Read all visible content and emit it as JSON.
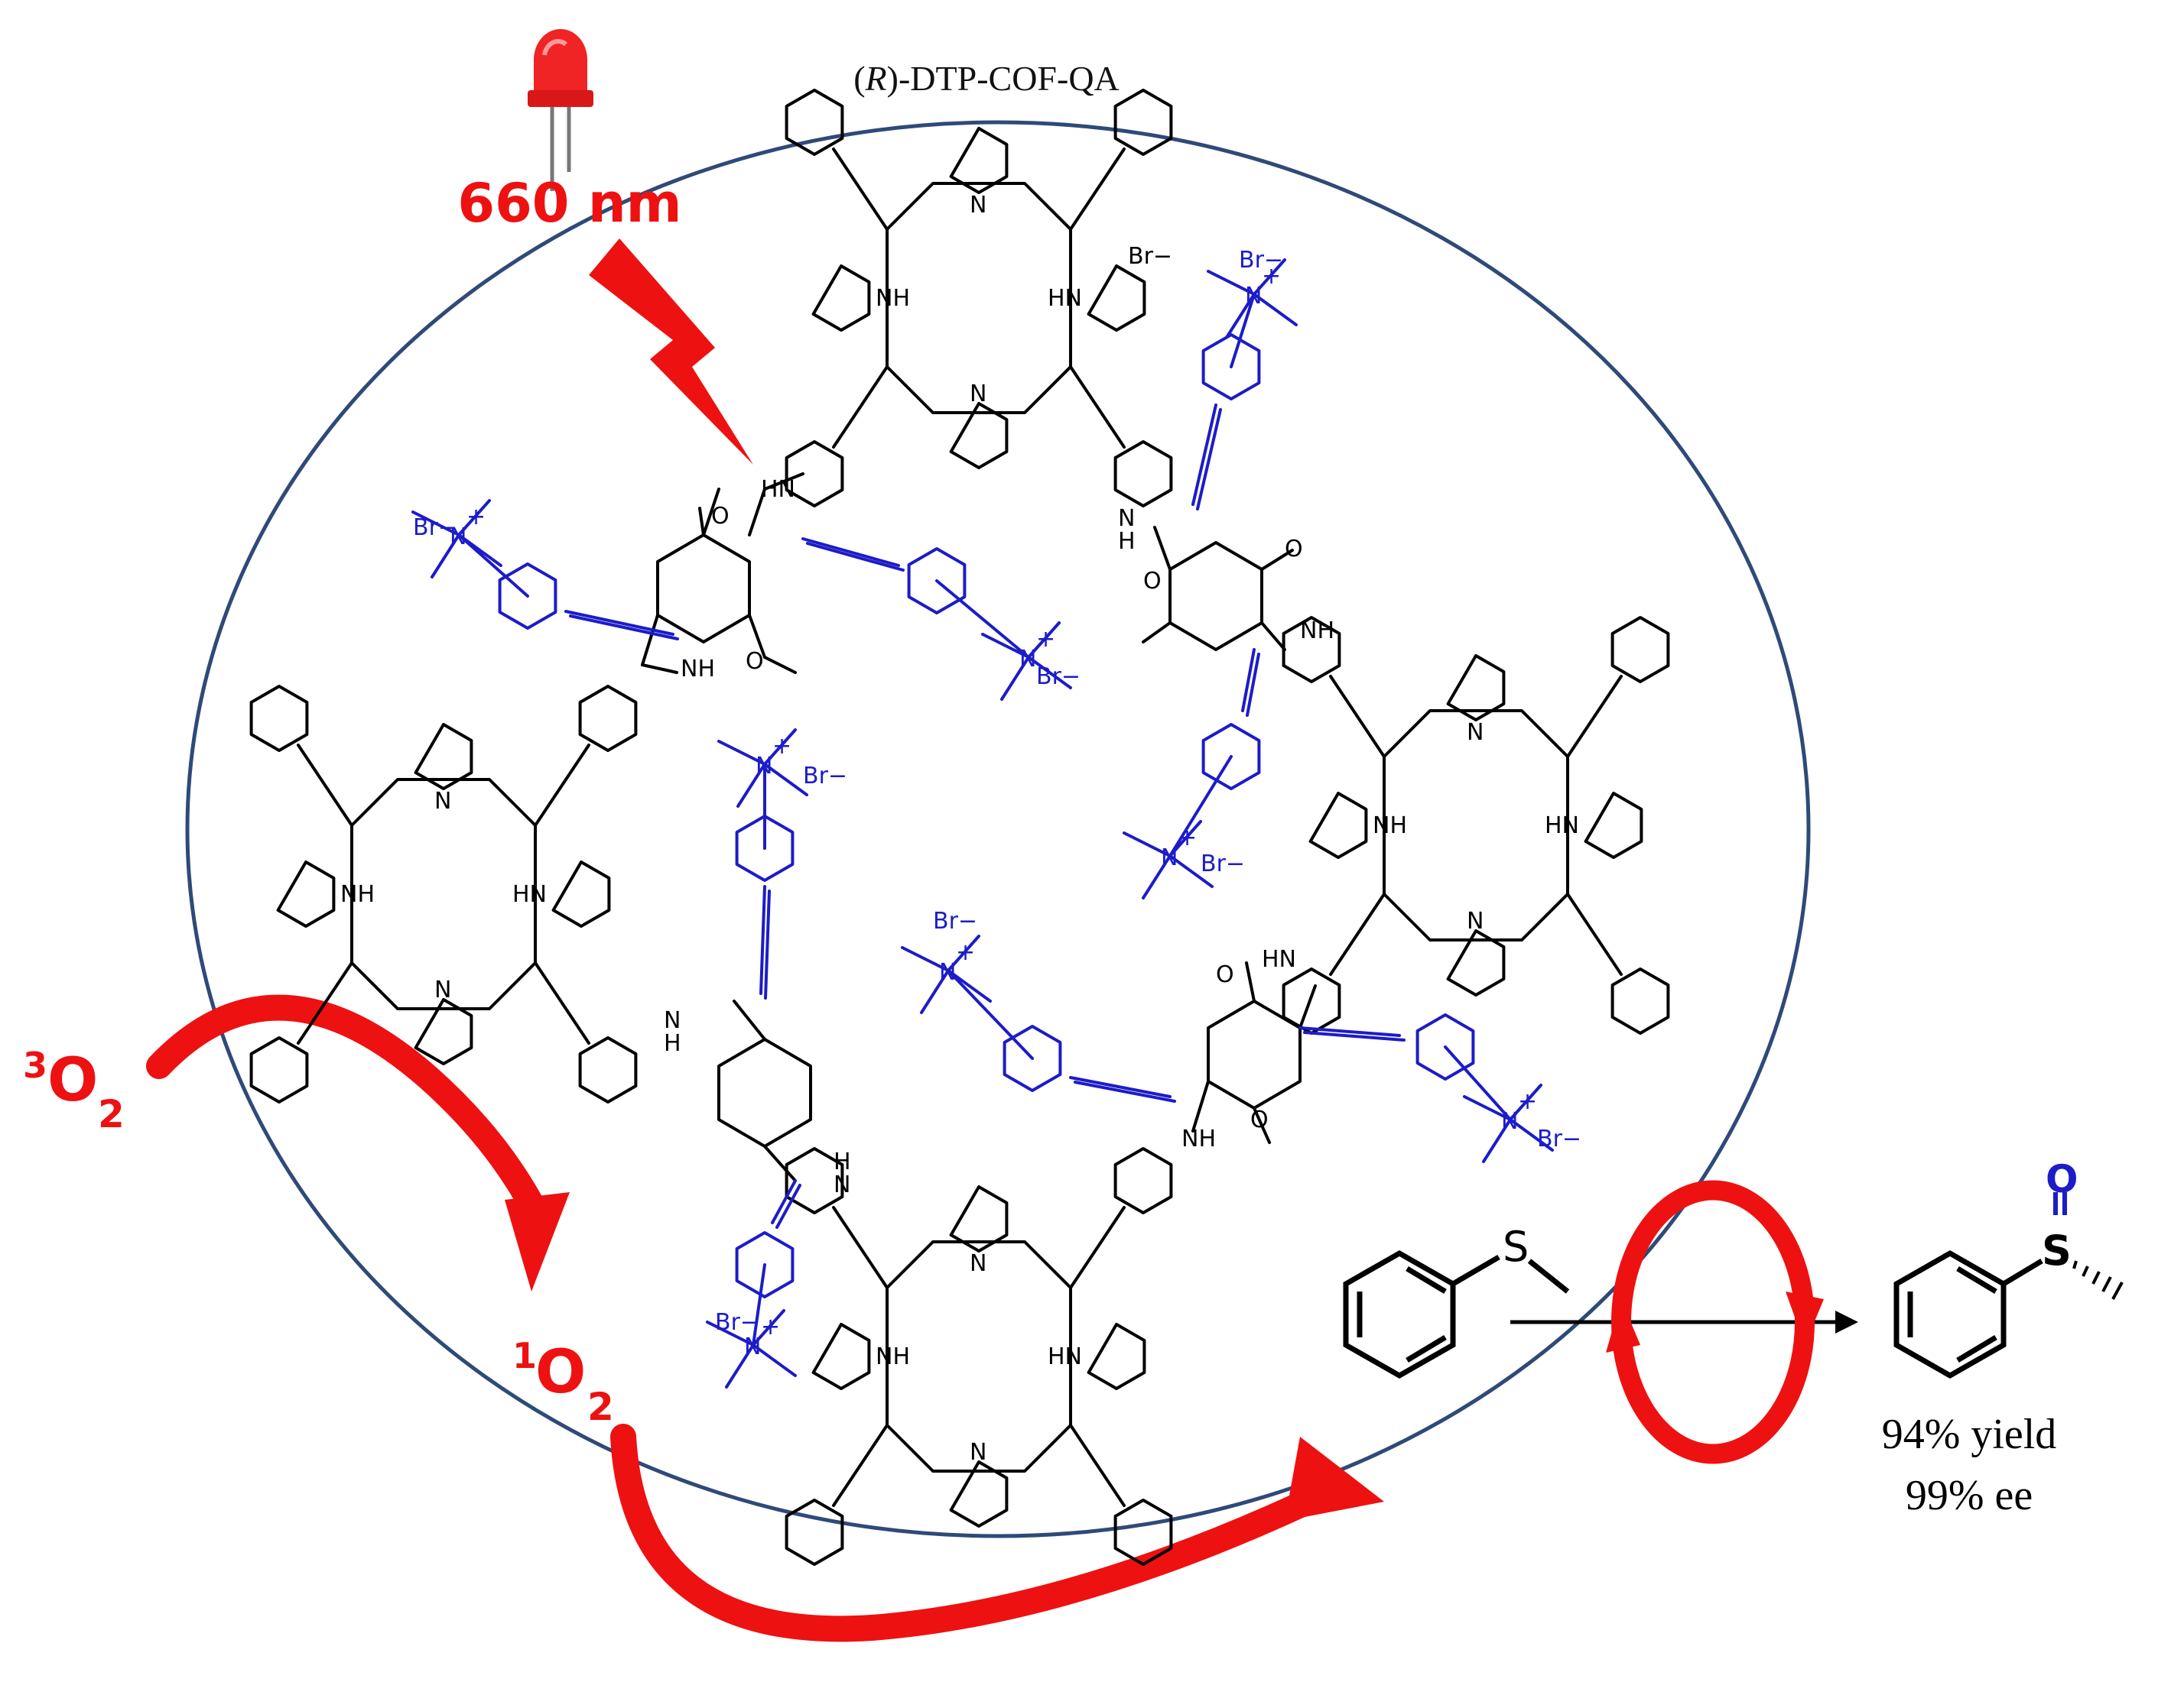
{
  "title": "(R)-DTP-COF-QA",
  "title_parts": {
    "open": "(",
    "italic": "R",
    "rest": ")-DTP-COF-QA"
  },
  "light": {
    "wavelength": "660 nm",
    "icon": "red-led-icon"
  },
  "oxygen": {
    "triplet": {
      "sup": "3",
      "base": "O",
      "sub": "2"
    },
    "singlet": {
      "sup": "1",
      "base": "O",
      "sub": "2"
    }
  },
  "product": {
    "yield": "94% yield",
    "ee": "99% ee",
    "oxygen_atom": "O",
    "sulfur_atom": "S"
  },
  "substrate": {
    "sulfur_atom": "S"
  },
  "atom_labels": {
    "nh": "NH",
    "hn": "HN",
    "n": "N",
    "h": "H",
    "br": "Br−",
    "n_plus": "N",
    "plus": "+",
    "methoxy": "O"
  },
  "colors": {
    "accent_red": "#ee1111",
    "circle": "#2e4a78",
    "framework": "#000000",
    "side_chain_blue": "#1c1cc8"
  }
}
